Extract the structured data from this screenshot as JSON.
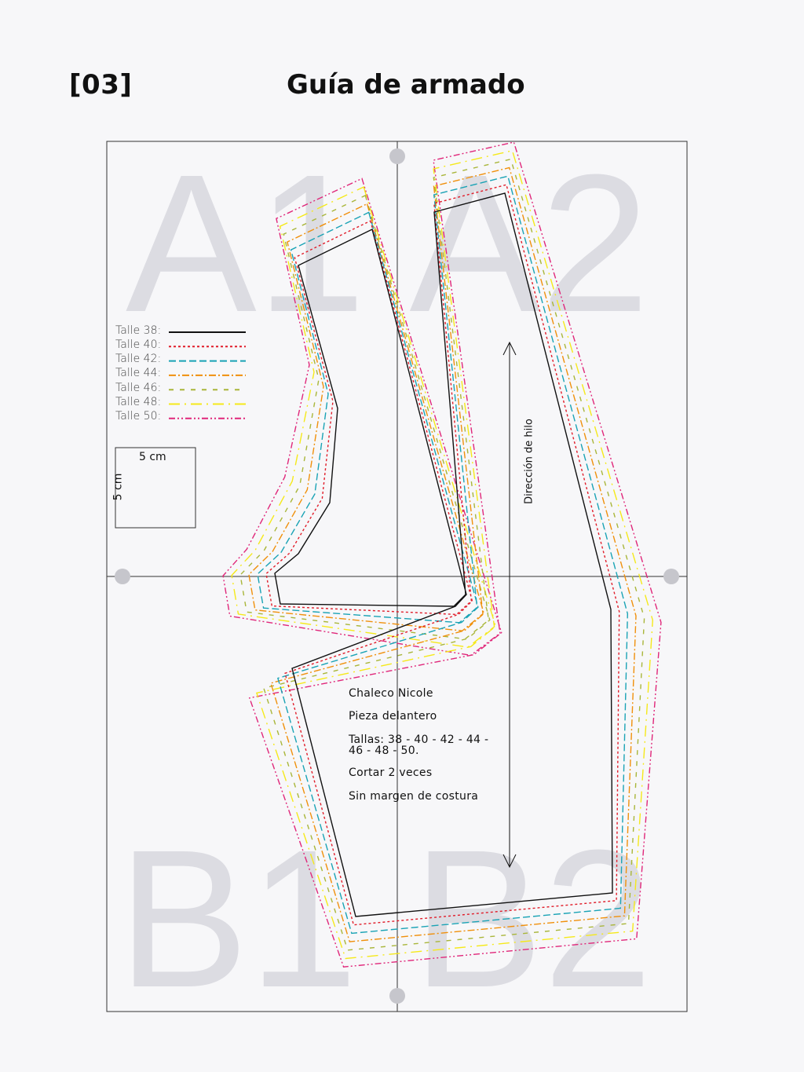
{
  "header": {
    "page_number": "[03]",
    "title": "Guía de armado"
  },
  "page_labels": {
    "top": "A1 A2",
    "bottom": "B1 B2"
  },
  "legend": [
    {
      "label": "Talle 38:",
      "color": "#111111",
      "dash": "solid"
    },
    {
      "label": "Talle 40:",
      "color": "#e11d2a",
      "dash": "dotted"
    },
    {
      "label": "Talle 42:",
      "color": "#1aa3b5",
      "dash": "dashed"
    },
    {
      "label": "Talle 44:",
      "color": "#f0900c",
      "dash": "dash-dot"
    },
    {
      "label": "Talle 46:",
      "color": "#a9b63a",
      "dash": "short-dash"
    },
    {
      "label": "Talle 48:",
      "color": "#f5e91a",
      "dash": "long-dash"
    },
    {
      "label": "Talle 50:",
      "color": "#e0277a",
      "dash": "dash-dot-dot"
    }
  ],
  "scale_box": {
    "horizontal": "5 cm",
    "vertical": "5 cm"
  },
  "grain_line": {
    "label": "Dirección de hilo"
  },
  "pattern_info": {
    "name": "Chaleco Nicole",
    "piece": "Pieza delantero",
    "sizes_line1": "Tallas: 38 - 40 - 42 - 44 -",
    "sizes_line2": "46 - 48 - 50.",
    "cut": "Cortar 2 veces",
    "seam": "Sin margen de costura"
  }
}
